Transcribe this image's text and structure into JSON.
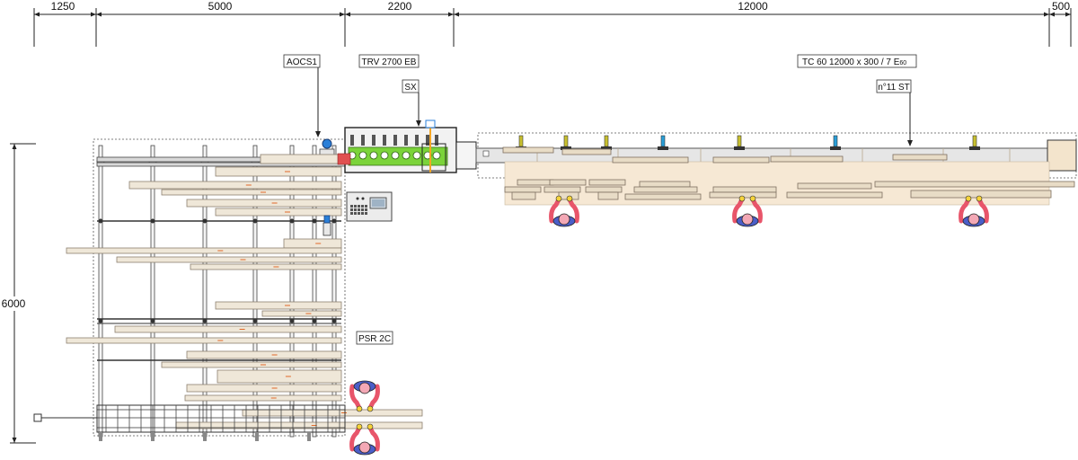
{
  "dimensions_top": [
    "1250",
    "5000",
    "2200",
    "12000",
    "500"
  ],
  "dimension_left": "6000",
  "callouts": {
    "aocs": "AOCS1",
    "trv": "TRV 2700 EB",
    "sx": "SX",
    "psr": "PSR 2C",
    "tc_prefix": "TC 60 12000 x 300 / 7 E",
    "tc_sub": "60",
    "stations": "n°11 ST"
  },
  "colors": {
    "line": "#222222",
    "board": "#efe7d8",
    "machine_green": "#7bd33a",
    "operator_red": "#e8556a",
    "operator_blue": "#4b5ec8",
    "operator_yellow": "#f5d23a",
    "control_blue": "#2a7fd8"
  }
}
